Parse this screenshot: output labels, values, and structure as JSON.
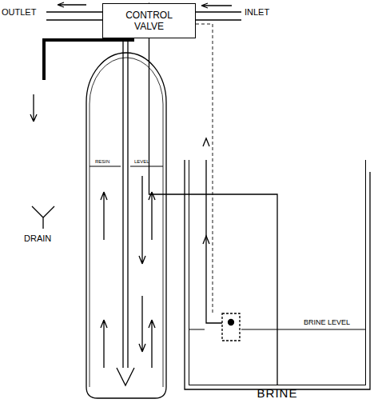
{
  "diagram": {
    "nodes": [
      {
        "text": [
          "CONTROL VALVE"
        ]
      },
      {
        "text": [
          "BRINE"
        ]
      }
    ],
    "edges": [
      {
        "from": 1,
        "to": 0,
        "arrow": "to"
      }
    ],
    "labels": [
      "OUTLET",
      "INLET",
      "RESIN",
      "LEVEL",
      "DRAIN",
      "BRINE LEVEL"
    ]
  }
}
